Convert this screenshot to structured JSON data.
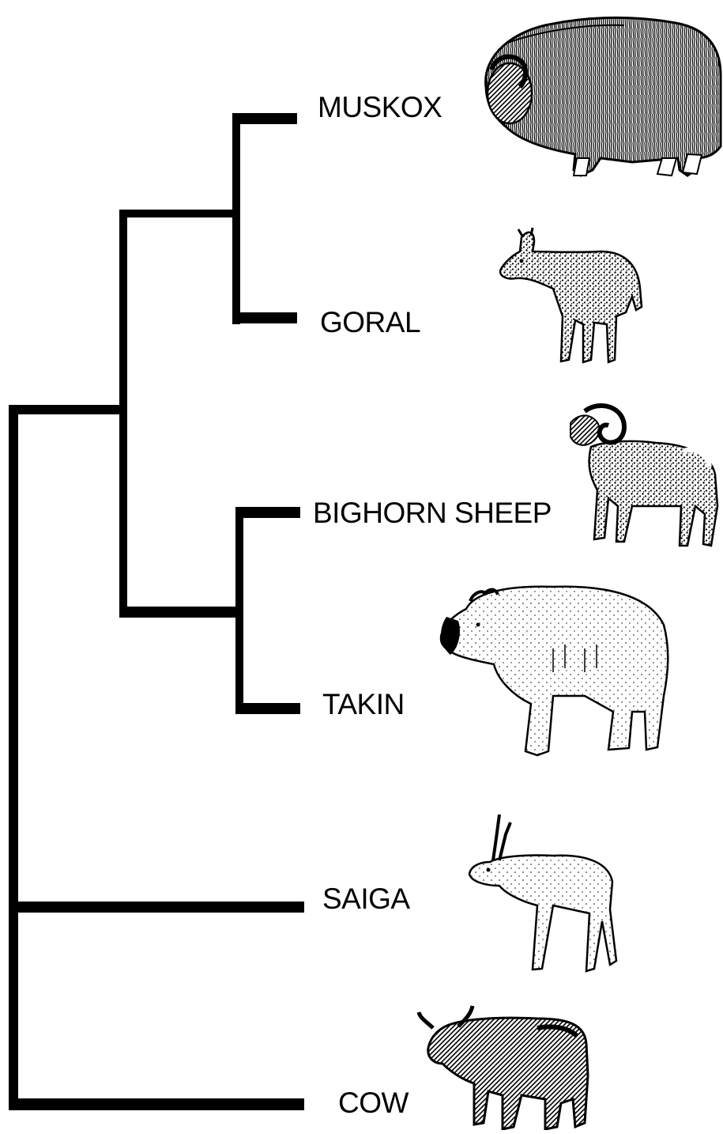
{
  "diagram": {
    "taxa": [
      {
        "id": "muskox",
        "label": "MUSKOX",
        "icon": "muskox-icon"
      },
      {
        "id": "goral",
        "label": "GORAL",
        "icon": "goral-icon"
      },
      {
        "id": "bighorn",
        "label": "BIGHORN SHEEP",
        "icon": "bighorn-sheep-icon"
      },
      {
        "id": "takin",
        "label": "TAKIN",
        "icon": "takin-icon"
      },
      {
        "id": "saiga",
        "label": "SAIGA",
        "icon": "saiga-icon"
      },
      {
        "id": "cow",
        "label": "COW",
        "icon": "cow-icon"
      }
    ],
    "tree": "(((MUSKOX,GORAL),(BIGHORN SHEEP,TAKIN)),SAIGA,COW)",
    "colors": {
      "branch": "#000000",
      "text": "#000000",
      "background": "#ffffff"
    }
  }
}
